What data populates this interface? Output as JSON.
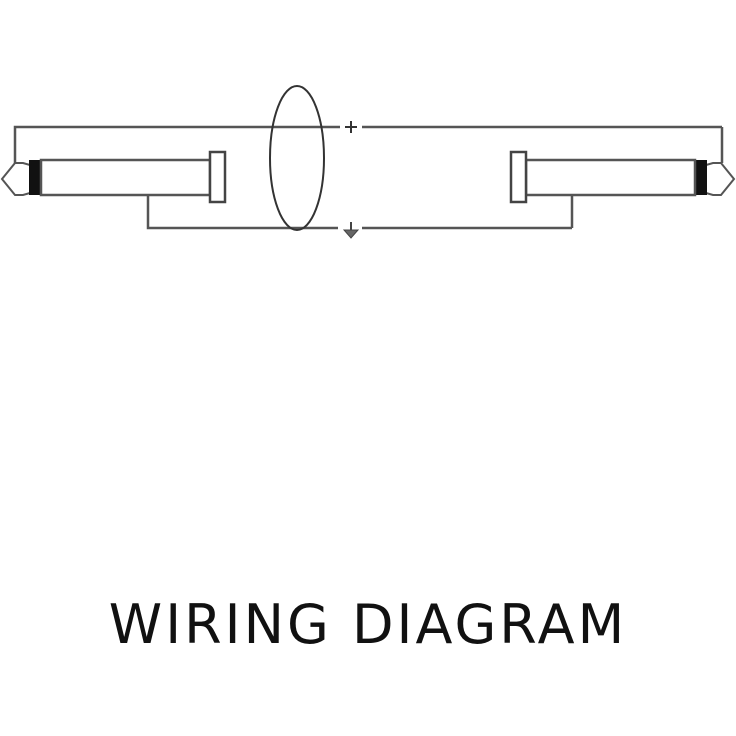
{
  "caption": "WIRING DIAGRAM",
  "diagram": {
    "type": "cable wiring diagram",
    "left_connector": "1/4\" mono jack plug (TS)",
    "right_connector": "1/4\" mono jack plug (TS)",
    "signal_symbol": "+",
    "ground_symbol": "ground",
    "shield": "ellipse indicating shielded cable",
    "colors": {
      "line": "#555555",
      "tip_band": "#111111",
      "background": "#ffffff"
    }
  }
}
